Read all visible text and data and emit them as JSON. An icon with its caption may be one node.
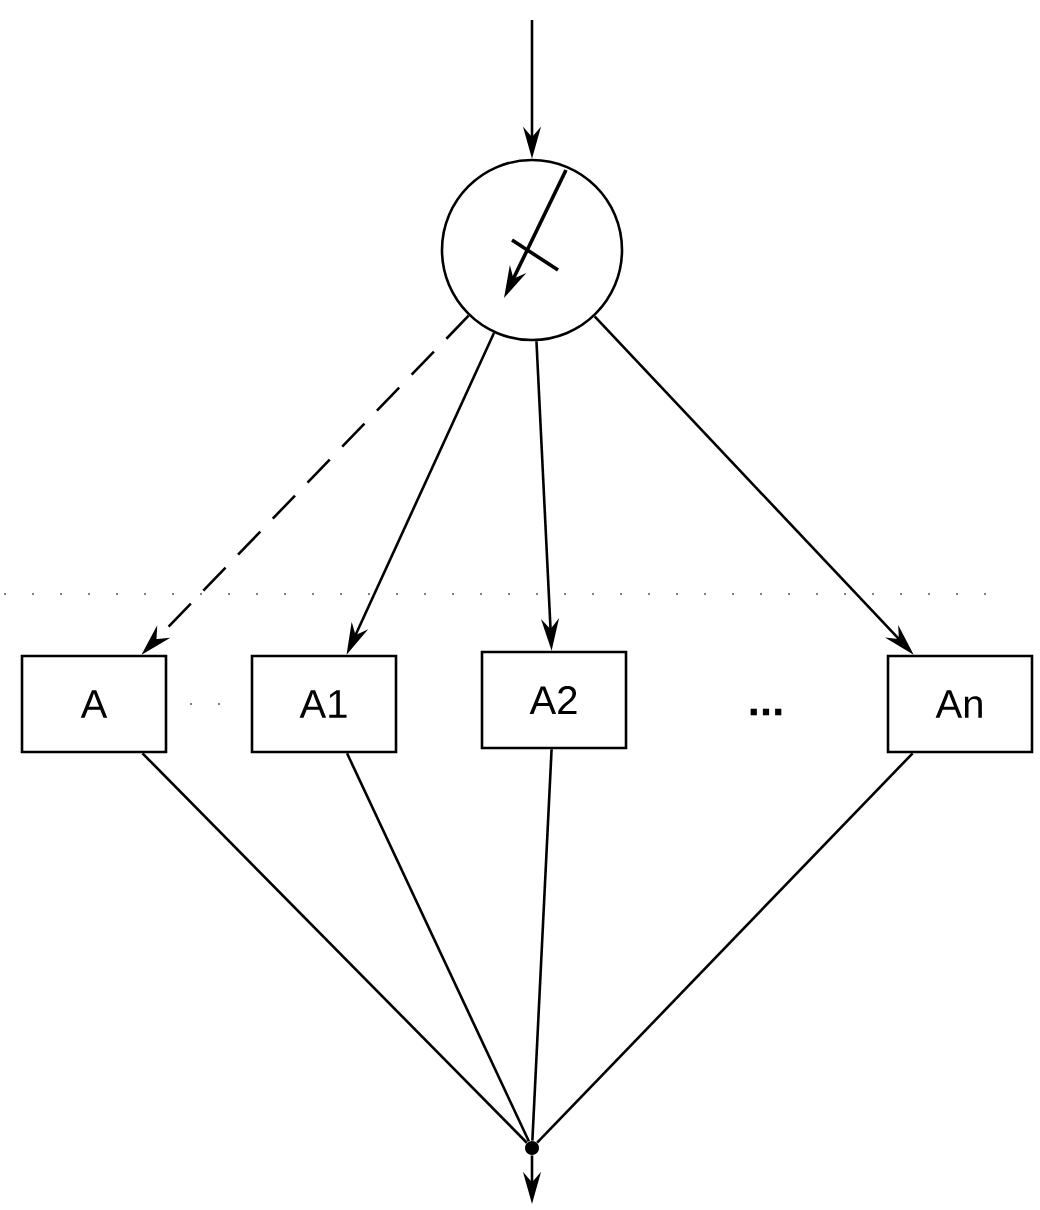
{
  "diagram": {
    "nodes": [
      {
        "text": [],
        "shape": "circle"
      },
      {
        "text": [
          "A"
        ]
      },
      {
        "text": [
          "A1"
        ]
      },
      {
        "text": [
          "A2"
        ]
      },
      {
        "text": [
          "An"
        ]
      },
      {
        "text": [],
        "shape": "dot"
      }
    ],
    "edges": [
      {
        "from": null,
        "to": 0,
        "arrow": "to"
      },
      {
        "from": 0,
        "to": 1,
        "arrow": "to",
        "style": "dashed"
      },
      {
        "from": 0,
        "to": 2,
        "arrow": "to"
      },
      {
        "from": 0,
        "to": 3,
        "arrow": "to"
      },
      {
        "from": 0,
        "to": 4,
        "arrow": "to"
      },
      {
        "from": 1,
        "to": 5,
        "arrow": "none"
      },
      {
        "from": 2,
        "to": 5,
        "arrow": "none"
      },
      {
        "from": 3,
        "to": 5,
        "arrow": "none"
      },
      {
        "from": 4,
        "to": 5,
        "arrow": "none"
      },
      {
        "from": 5,
        "to": null,
        "arrow": "to"
      }
    ],
    "labels": [
      "..."
    ]
  }
}
